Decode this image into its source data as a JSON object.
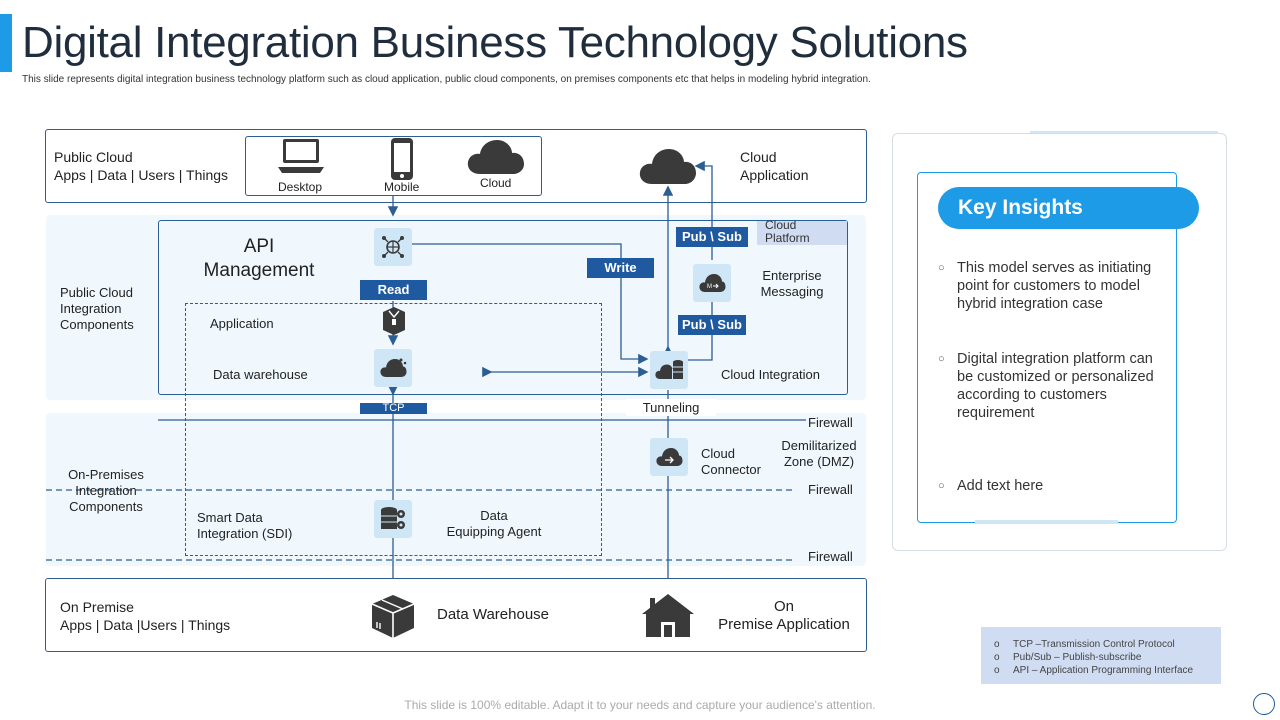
{
  "header": {
    "title": "Digital Integration Business Technology Solutions",
    "subtitle": "This slide represents digital integration business technology platform such as cloud application, public cloud components, on premises components etc that helps in modeling  hybrid integration."
  },
  "diagram": {
    "public_cloud": {
      "line1": "Public Cloud",
      "line2": "Apps | Data | Users | Things"
    },
    "devices": {
      "desktop": "Desktop",
      "mobile": "Mobile",
      "cloud": "Cloud"
    },
    "cloud_application": {
      "line1": "Cloud",
      "line2": "Application"
    },
    "public_cloud_integration": {
      "line1": "Public Cloud",
      "line2": "Integration",
      "line3": "Components"
    },
    "api_management": {
      "line1": "API",
      "line2": "Management"
    },
    "tags": {
      "read": "Read",
      "write": "Write",
      "pubsub_top": "Pub \\ Sub",
      "pubsub_mid": "Pub \\ Sub",
      "tcp": "TCP"
    },
    "cloud_platform": {
      "line1": "Cloud",
      "line2": "Platform"
    },
    "enterprise_messaging": {
      "line1": "Enterprise",
      "line2": "Messaging"
    },
    "application": "Application",
    "data_warehouse_cloud": "Data warehouse",
    "cloud_integration": "Cloud Integration",
    "tunneling": "Tunneling",
    "firewall_1": "Firewall",
    "firewall_2": "Firewall",
    "firewall_3": "Firewall",
    "cloud_connector": {
      "line1": "Cloud",
      "line2": "Connector"
    },
    "dmz": {
      "line1": "Demilitarized",
      "line2": "Zone  (DMZ)"
    },
    "on_prem_integration": {
      "line1": "On-Premises",
      "line2": "Integration",
      "line3": "Components"
    },
    "smart_data": {
      "line1": "Smart Data",
      "line2": "Integration (SDI)"
    },
    "data_agent": {
      "line1": "Data",
      "line2": "Equipping  Agent"
    },
    "on_premise": {
      "line1": "On Premise",
      "line2": "Apps | Data |Users | Things"
    },
    "data_warehouse": "Data Warehouse",
    "on_premise_app": {
      "line1": "On",
      "line2": "Premise Application"
    }
  },
  "insights": {
    "heading": "Key Insights",
    "items": [
      "This model serves as initiating point for customers to model hybrid integration case",
      "Digital integration platform can be customized or personalized according to customers requirement",
      "Add text here"
    ]
  },
  "legend": {
    "items": [
      "TCP –Transmission Control Protocol",
      "Pub/Sub – Publish-subscribe",
      "API – Application Programming  Interface"
    ]
  },
  "footer": "This slide is 100% editable. Adapt it to your needs and capture your audience's attention.",
  "colors": {
    "accent": "#1e9be6",
    "navy": "#1f5aa0",
    "panel": "#f1f8fd",
    "icon": "#3a3a3a"
  }
}
